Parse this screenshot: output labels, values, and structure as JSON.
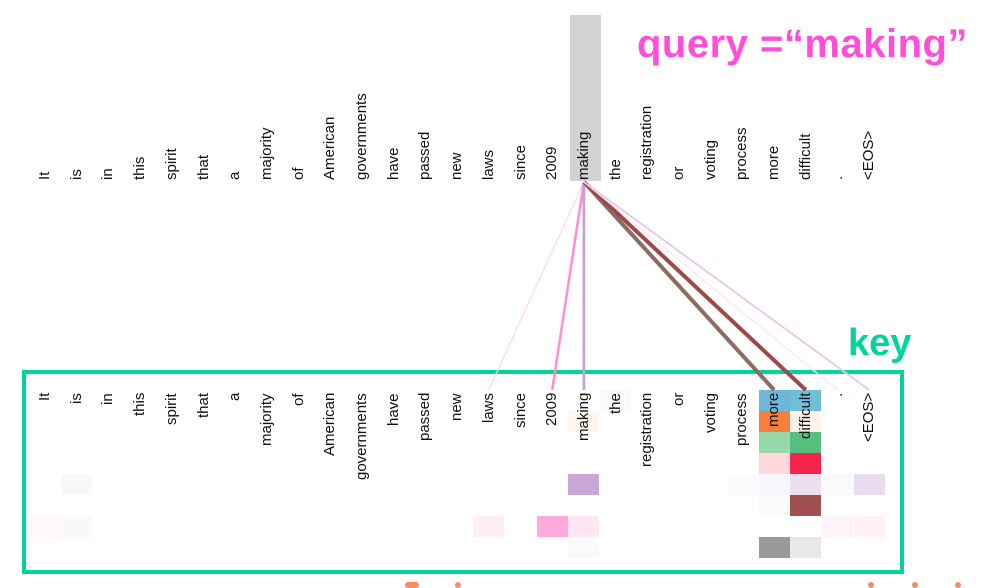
{
  "tokens": [
    "It",
    "is",
    "in",
    "this",
    "spirit",
    "that",
    "a",
    "majority",
    "of",
    "American",
    "governments",
    "have",
    "passed",
    "new",
    "laws",
    "since",
    "2009",
    "making",
    "the",
    "registration",
    "or",
    "voting",
    "process",
    "more",
    "difficult",
    ".",
    "<EOS>"
  ],
  "query_label": "query =“making”",
  "key_label": "key",
  "query_index": 17,
  "colors": {
    "query": "#ff4fd8",
    "key": "#00d49a",
    "highlight": "#d3d3d3"
  },
  "attention_lines": [
    {
      "target": 14,
      "color": "#ffd6ec",
      "weight": 0.1
    },
    {
      "target": 16,
      "color": "#ff8fd0",
      "weight": 0.5
    },
    {
      "target": 17,
      "color": "#c9a0d6",
      "weight": 0.6
    },
    {
      "target": 23,
      "color": "#8a6e62",
      "weight": 1.0
    },
    {
      "target": 24,
      "color": "#9c4a48",
      "weight": 1.0
    },
    {
      "target": 25,
      "color": "#fbe6f3",
      "weight": 0.1
    },
    {
      "target": 26,
      "color": "#e8c8ec",
      "weight": 0.3
    }
  ],
  "heatmap_cells": [
    {
      "col": 23,
      "row": 0,
      "color": "#6bb8d8"
    },
    {
      "col": 24,
      "row": 0,
      "color": "#72bdda"
    },
    {
      "col": 23,
      "row": 1,
      "color": "#f5803b"
    },
    {
      "col": 24,
      "row": 1,
      "color": "#fff4ec"
    },
    {
      "col": 17,
      "row": 1,
      "color": "#fff6ee"
    },
    {
      "col": 23,
      "row": 2,
      "color": "#98d8a8"
    },
    {
      "col": 24,
      "row": 2,
      "color": "#55c080"
    },
    {
      "col": 23,
      "row": 3,
      "color": "#ffd8dc"
    },
    {
      "col": 24,
      "row": 3,
      "color": "#f5244b"
    },
    {
      "col": 1,
      "row": 4,
      "color": "#f8f8f8"
    },
    {
      "col": 17,
      "row": 4,
      "color": "#c8a8d8"
    },
    {
      "col": 22,
      "row": 4,
      "color": "#fbfbfb"
    },
    {
      "col": 23,
      "row": 4,
      "color": "#f8f6fc"
    },
    {
      "col": 24,
      "row": 4,
      "color": "#ece0f0"
    },
    {
      "col": 25,
      "row": 4,
      "color": "#fafafa"
    },
    {
      "col": 26,
      "row": 4,
      "color": "#e8dcf0"
    },
    {
      "col": 23,
      "row": 5,
      "color": "#fbfafa"
    },
    {
      "col": 24,
      "row": 5,
      "color": "#a05050"
    },
    {
      "col": 0,
      "row": 6,
      "color": "#fff8fa"
    },
    {
      "col": 1,
      "row": 6,
      "color": "#fbf8fa"
    },
    {
      "col": 14,
      "row": 6,
      "color": "#ffeef6"
    },
    {
      "col": 16,
      "row": 6,
      "color": "#ffaadd"
    },
    {
      "col": 17,
      "row": 6,
      "color": "#ffe6f5"
    },
    {
      "col": 25,
      "row": 6,
      "color": "#fff4fa"
    },
    {
      "col": 26,
      "row": 6,
      "color": "#fff0f8"
    },
    {
      "col": 17,
      "row": 7,
      "color": "#fafafa"
    },
    {
      "col": 23,
      "row": 7,
      "color": "#999999"
    },
    {
      "col": 24,
      "row": 7,
      "color": "#e8e8e8"
    },
    {
      "col": 18,
      "row": 0,
      "color": "#fafafa"
    }
  ]
}
